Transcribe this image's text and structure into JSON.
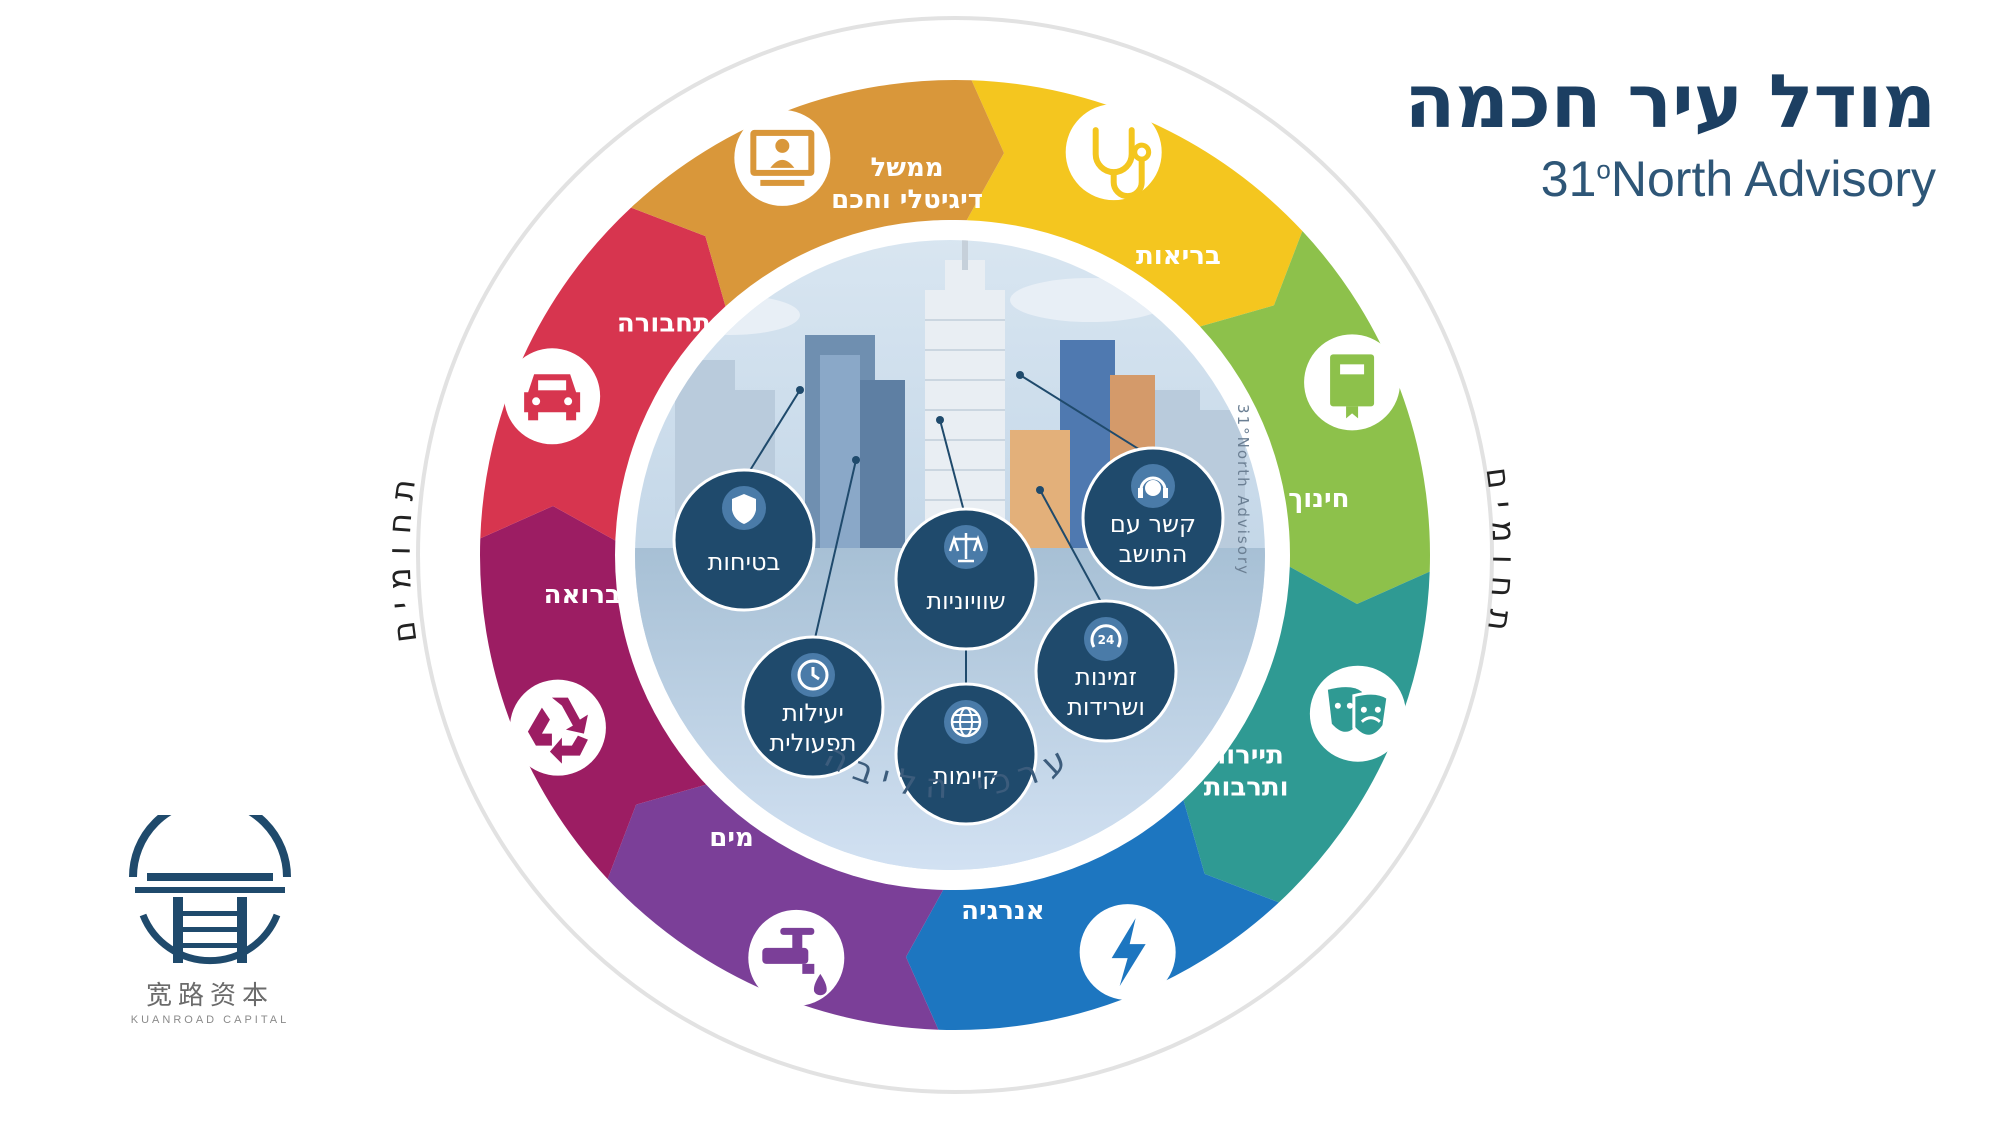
{
  "header": {
    "title": "מודל עיר חכמה",
    "subtitle_prefix": "31",
    "subtitle_degree": "o",
    "subtitle_suffix": "North Advisory"
  },
  "outer_ring": {
    "side_label": "תחומים"
  },
  "domains": [
    {
      "lines": [
        "בריאות"
      ],
      "color": "#f4c61f",
      "icon": "stethoscope-icon"
    },
    {
      "lines": [
        "חינוך"
      ],
      "color": "#8dc14b",
      "icon": "book-icon"
    },
    {
      "lines": [
        "תיירות",
        "ותרבות"
      ],
      "color": "#2f9a93",
      "icon": "theater-masks-icon"
    },
    {
      "lines": [
        "אנרגיה"
      ],
      "color": "#1d76c0",
      "icon": "lightning-icon"
    },
    {
      "lines": [
        "מים"
      ],
      "color": "#7b3f98",
      "icon": "water-tap-icon"
    },
    {
      "lines": [
        "תברואה"
      ],
      "color": "#9c1d63",
      "icon": "recycle-icon"
    },
    {
      "lines": [
        "תחבורה"
      ],
      "color": "#d7354f",
      "icon": "car-icon"
    },
    {
      "lines": [
        "ממשל",
        "דיגיטלי וחכם"
      ],
      "color": "#d9973a",
      "icon": "digital-government-icon"
    }
  ],
  "core": {
    "label": "ערכי הליבה",
    "watermark": "31°North Advisory",
    "values": [
      {
        "lines": [
          "בטיחות"
        ],
        "icon": "shield-icon"
      },
      {
        "lines": [
          "שוויוניות"
        ],
        "icon": "scales-icon"
      },
      {
        "lines": [
          "קשר עם",
          "התושב"
        ],
        "icon": "headset-icon"
      },
      {
        "lines": [
          "יעילות",
          "תפעולית"
        ],
        "icon": "clock-icon"
      },
      {
        "lines": [
          "קיימות"
        ],
        "icon": "globe-icon"
      },
      {
        "lines": [
          "זמינות",
          "ושרידות"
        ],
        "icon": "24-7-icon"
      }
    ],
    "node_color": "#1f4a6c"
  },
  "logo": {
    "cn": "宽路资本",
    "en": "KUANROAD CAPITAL",
    "color": "#1f4a6c"
  }
}
